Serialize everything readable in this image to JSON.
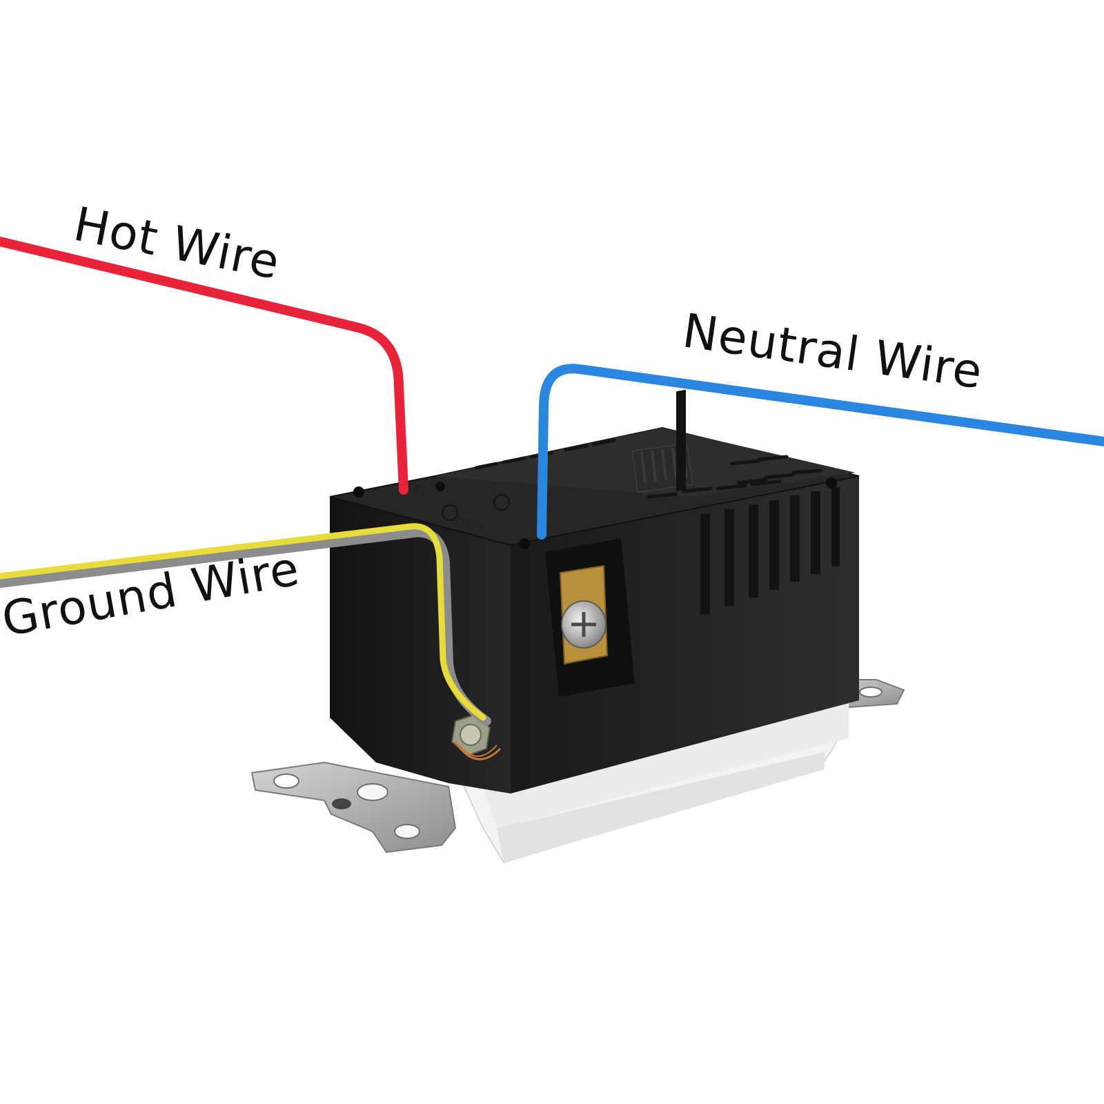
{
  "labels": {
    "hot": "Hot Wire",
    "neutral": "Neutral Wire",
    "ground": "Ground Wire"
  },
  "embossed_text": {
    "hot_terminal": "HOT",
    "ground_terminal": "GND"
  },
  "colors": {
    "background": "#ffffff",
    "hot_wire": "#e8233a",
    "neutral_wire": "#2b86e0",
    "ground_wire_yellow": "#e8dc3a",
    "ground_wire_gray": "#8c8c8c",
    "outlet_body": "#1c1c1c",
    "outlet_base": "#f2f2f2",
    "mounting_strap": "#a9a9a9",
    "brass_terminal": "#b8913a"
  }
}
